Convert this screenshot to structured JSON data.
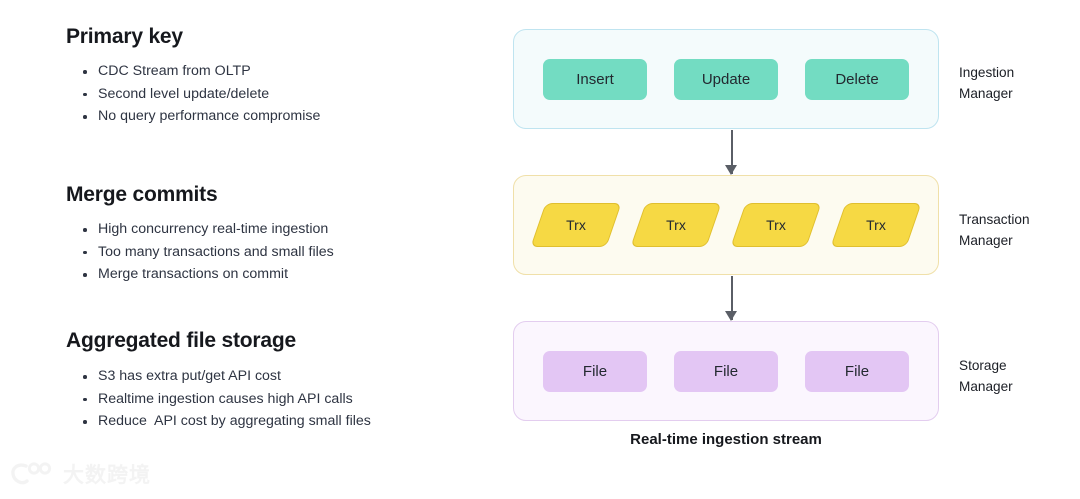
{
  "left_column": {
    "sections": [
      {
        "id": "primary-key",
        "title": "Primary key",
        "bullets": [
          "CDC Stream from OLTP",
          "Second level update/delete",
          "No query performance compromise"
        ]
      },
      {
        "id": "merge-commits",
        "title": "Merge commits",
        "bullets": [
          "High concurrency real-time ingestion",
          "Too many transactions and small files",
          "Merge transactions on commit"
        ]
      },
      {
        "id": "aggregated-file-storage",
        "title": "Aggregated file storage",
        "bullets": [
          "S3 has extra put/get API cost",
          "Realtime ingestion causes high API calls",
          "Reduce  API cost by aggregating small files"
        ]
      }
    ]
  },
  "diagram": {
    "caption": "Real-time ingestion stream",
    "panels": [
      {
        "id": "ingestion",
        "side_label_line1": "Ingestion",
        "side_label_line2": "Manager",
        "chip_shape": "rounded-rectangle",
        "chips": [
          "Insert",
          "Update",
          "Delete"
        ],
        "chip_color": "#73DCC2",
        "panel_bg": "#F4FBFC",
        "panel_border": "#BFE4F0"
      },
      {
        "id": "transaction",
        "side_label_line1": "Transaction",
        "side_label_line2": "Manager",
        "chip_shape": "parallelogram",
        "chips": [
          "Trx",
          "Trx",
          "Trx",
          "Trx"
        ],
        "chip_color": "#F6D944",
        "panel_bg": "#FDFBF0",
        "panel_border": "#F0E0A9"
      },
      {
        "id": "storage",
        "side_label_line1": "Storage",
        "side_label_line2": "Manager",
        "chip_shape": "rounded-rectangle",
        "chips": [
          "File",
          "File",
          "File"
        ],
        "chip_color": "#E3C6F4",
        "panel_bg": "#FBF6FE",
        "panel_border": "#E3CDEF"
      }
    ],
    "arrows": [
      {
        "id": "ingestion-to-transaction",
        "direction": "down",
        "color": "#5A5E66"
      },
      {
        "id": "transaction-to-storage",
        "direction": "down",
        "color": "#5A5E66"
      }
    ]
  },
  "watermark": {
    "text": "大数跨境",
    "color": "#EDEDED"
  }
}
